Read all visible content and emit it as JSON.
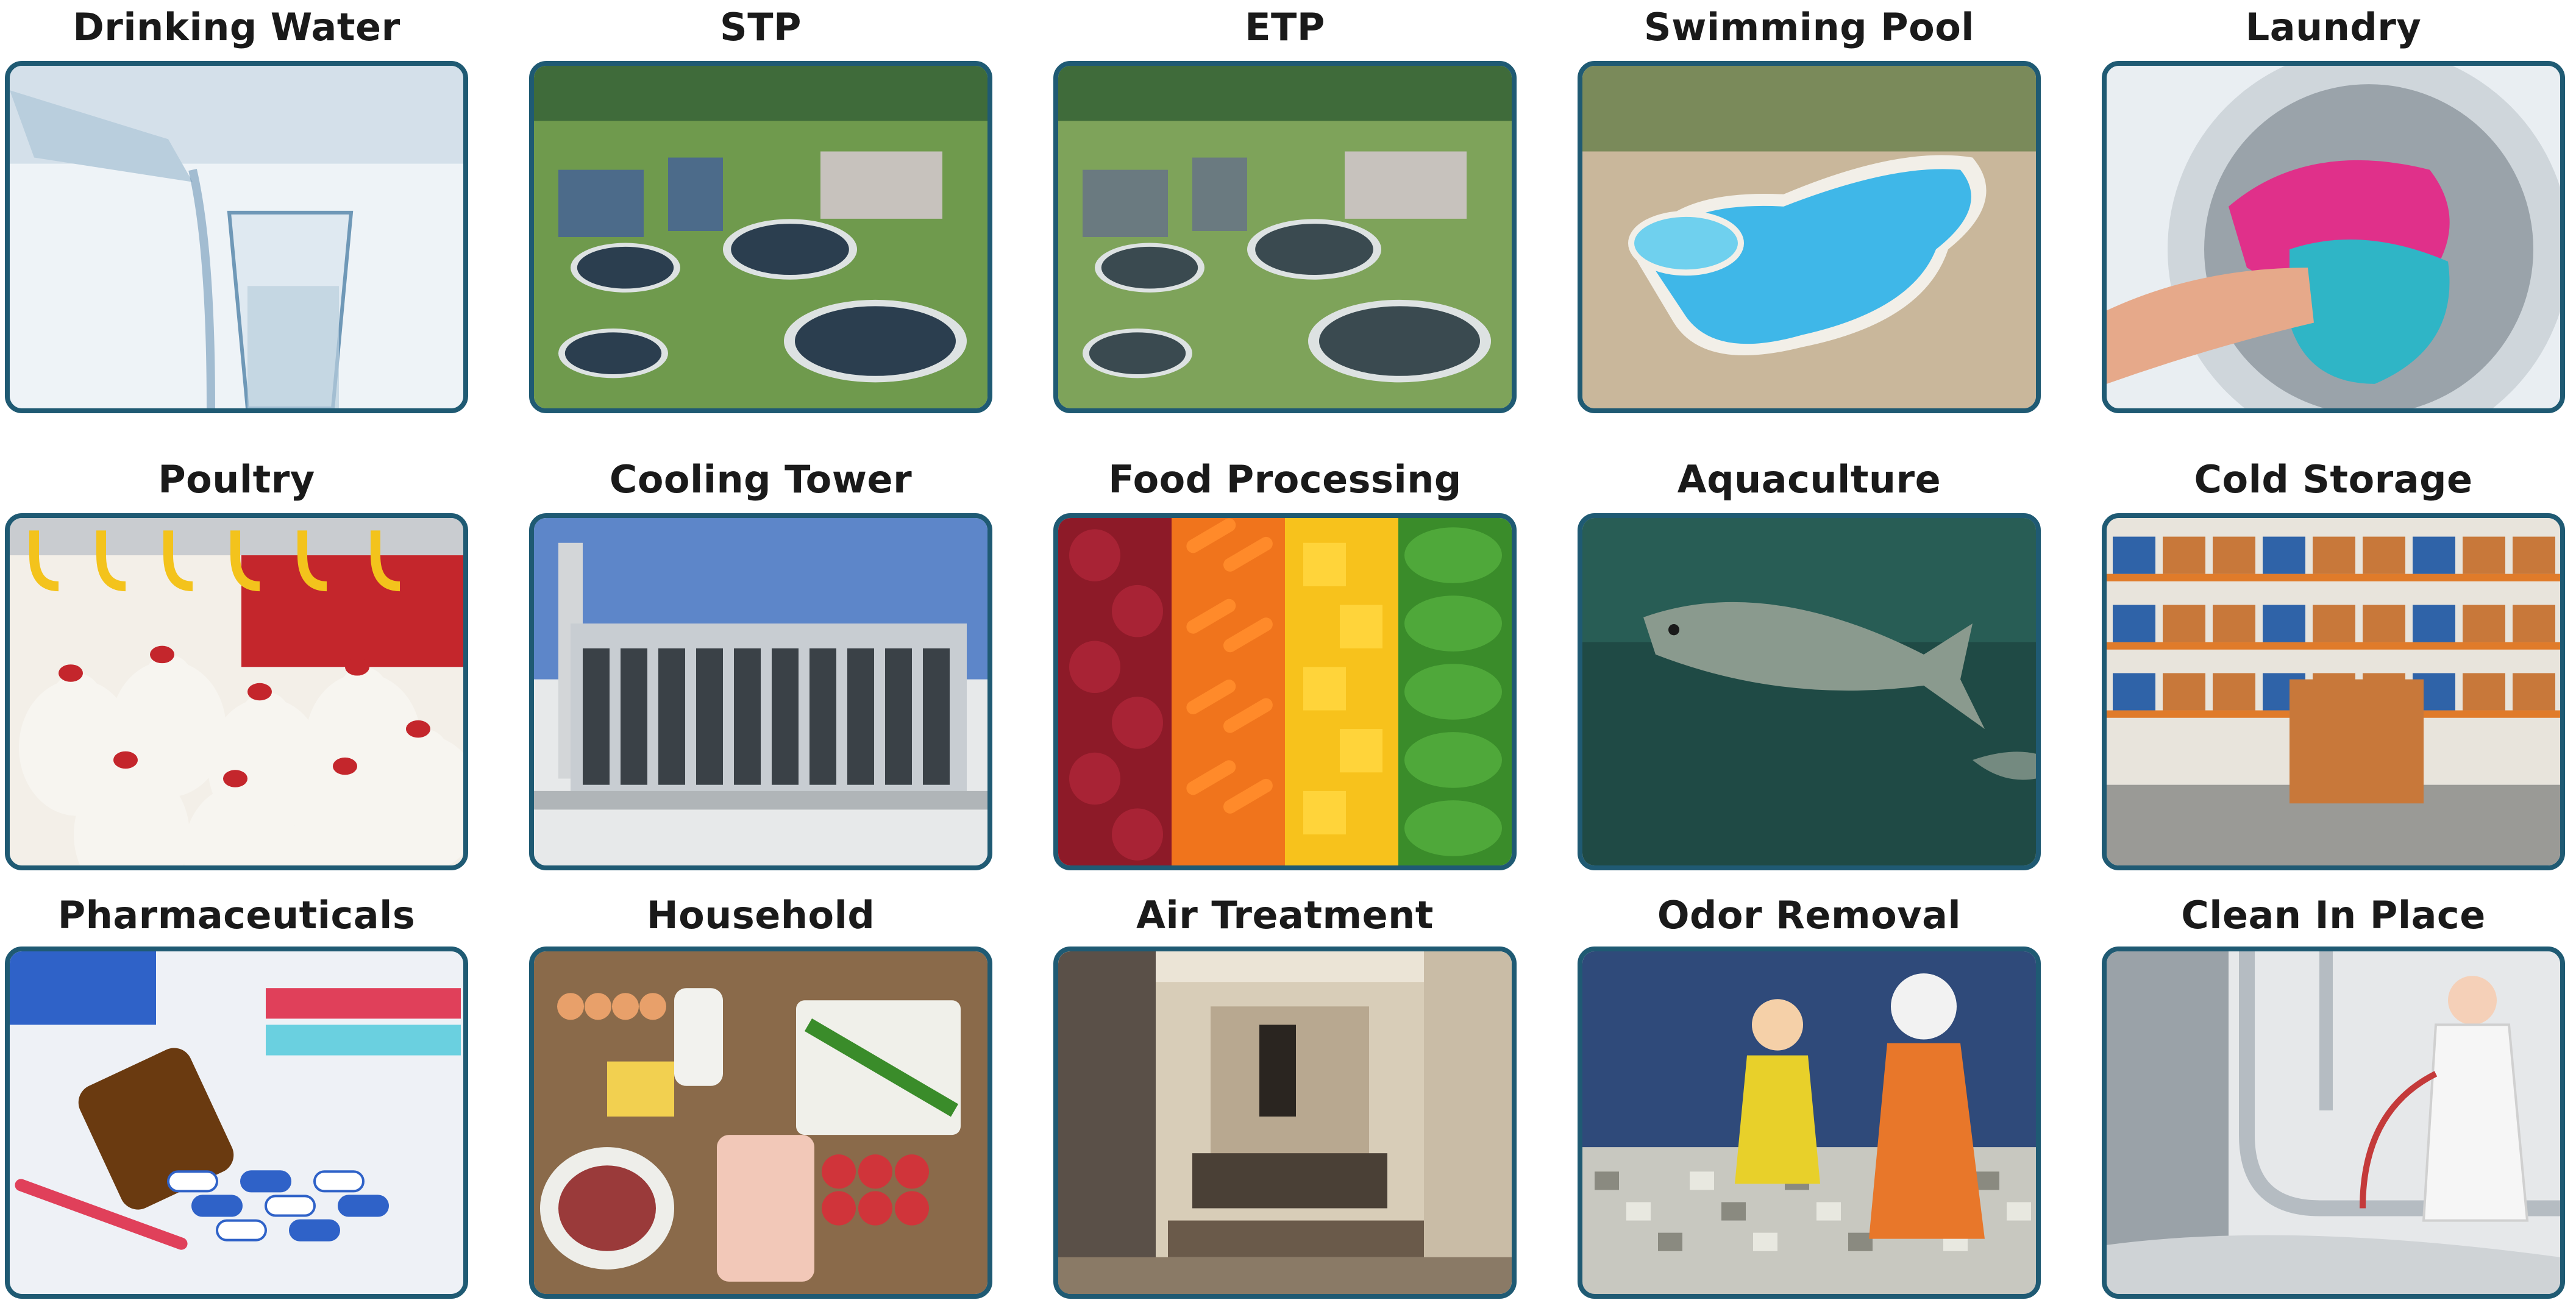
{
  "tiles": [
    {
      "label": "Drinking Water",
      "icon": "drinking-water-image",
      "scene": "water",
      "colors": [
        "#eef3f7",
        "#b9cedd",
        "#6f98b7"
      ]
    },
    {
      "label": "STP",
      "icon": "stp-image",
      "scene": "plant",
      "colors": [
        "#6f9a4d",
        "#4c6b8a",
        "#2b3e4f"
      ]
    },
    {
      "label": "ETP",
      "icon": "etp-image",
      "scene": "plant",
      "colors": [
        "#7ea35a",
        "#6a7a80",
        "#3a4a50"
      ]
    },
    {
      "label": "Swimming Pool",
      "icon": "swimming-pool-image",
      "scene": "pool",
      "colors": [
        "#c9b79b",
        "#3fb7e8",
        "#7a8a5a"
      ]
    },
    {
      "label": "Laundry",
      "icon": "laundry-image",
      "scene": "laundry",
      "colors": [
        "#e9eef2",
        "#e0308a",
        "#2fb5c6"
      ]
    },
    {
      "label": "Poultry",
      "icon": "poultry-image",
      "scene": "poultry",
      "colors": [
        "#f3efe8",
        "#c4262c",
        "#f3c31c"
      ]
    },
    {
      "label": "Cooling Tower",
      "icon": "cooling-tower-image",
      "scene": "tower",
      "colors": [
        "#5d86c9",
        "#c8cdd2",
        "#3a4147"
      ]
    },
    {
      "label": "Food Processing",
      "icon": "food-processing-image",
      "scene": "food",
      "colors": [
        "#8d1a28",
        "#f0741c",
        "#f7c21c",
        "#3a8c2a"
      ]
    },
    {
      "label": "Aquaculture",
      "icon": "aquaculture-image",
      "scene": "fish",
      "colors": [
        "#1f4a45",
        "#2f6b61",
        "#8a9a8e"
      ]
    },
    {
      "label": "Cold Storage",
      "icon": "cold-storage-image",
      "scene": "storage",
      "colors": [
        "#e8e4dc",
        "#c8783a",
        "#2f63a8"
      ]
    },
    {
      "label": "Pharmaceuticals",
      "icon": "pharmaceuticals-image",
      "scene": "pharma",
      "colors": [
        "#eef1f6",
        "#2f62c8",
        "#e0405a"
      ]
    },
    {
      "label": "Household",
      "icon": "household-image",
      "scene": "household",
      "colors": [
        "#8a6a4a",
        "#e8b86a",
        "#d0343a"
      ]
    },
    {
      "label": "Air Treatment",
      "icon": "air-treatment-image",
      "scene": "room",
      "colors": [
        "#d8cdb8",
        "#4a4036",
        "#8a7a66"
      ]
    },
    {
      "label": "Odor Removal",
      "icon": "odor-removal-image",
      "scene": "odor",
      "colors": [
        "#2f4a7a",
        "#e8772a",
        "#c8c8c0"
      ]
    },
    {
      "label": "Clean In Place",
      "icon": "clean-in-place-image",
      "scene": "cip",
      "colors": [
        "#e6e8ea",
        "#9aa2a8",
        "#c43a3a"
      ]
    }
  ]
}
